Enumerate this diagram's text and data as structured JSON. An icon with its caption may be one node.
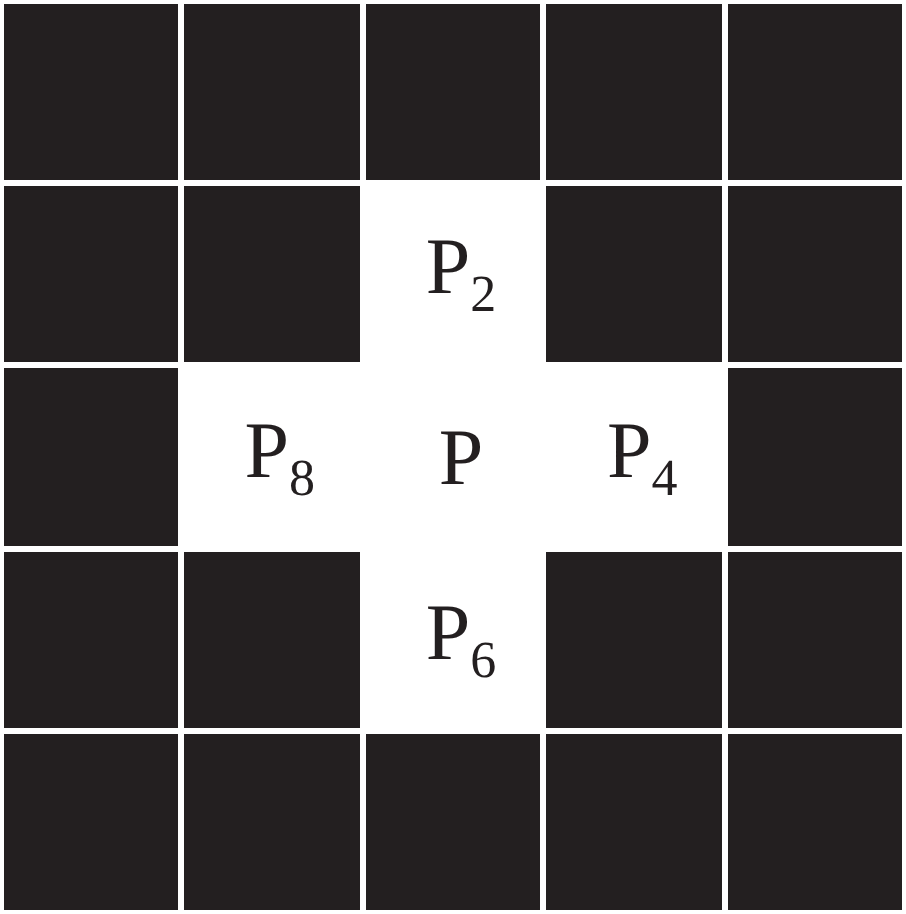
{
  "diagram": {
    "labels": [
      "P$_{2}$",
      "P$_{8}$",
      "P",
      "P$_{4}$",
      "P$_{6}$"
    ]
  }
}
